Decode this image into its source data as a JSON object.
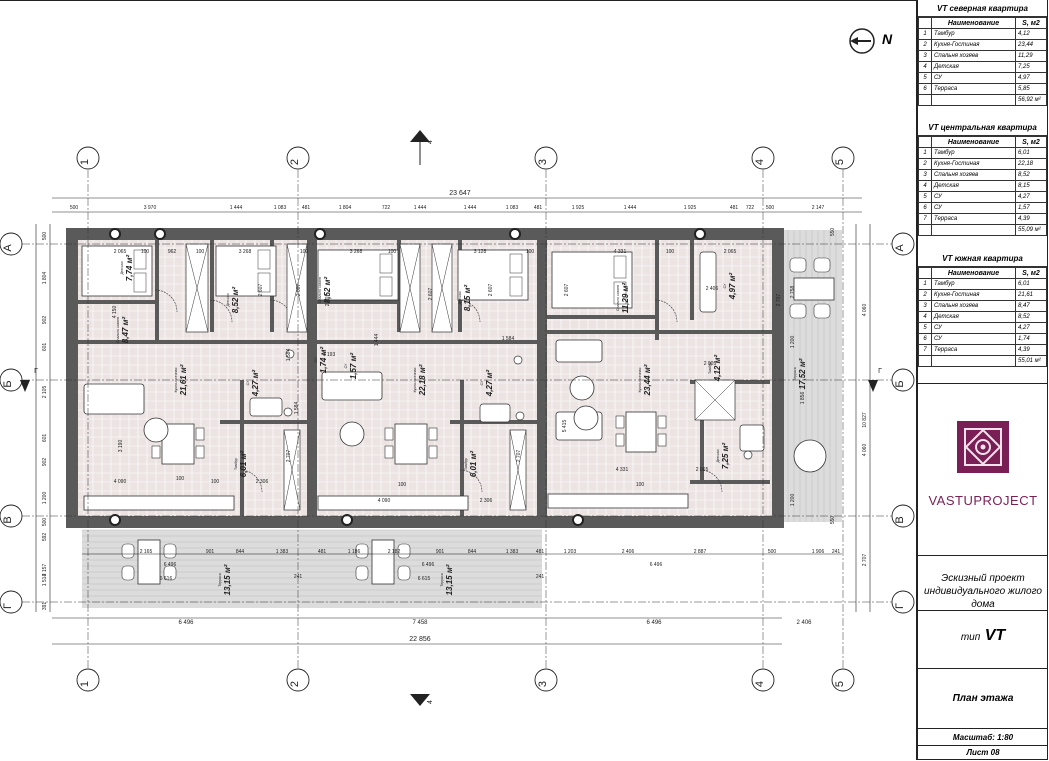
{
  "north_label": "N",
  "tables": [
    {
      "title": "VT северная квартира",
      "header": {
        "name": "Наименование",
        "area": "S, м2"
      },
      "rows": [
        {
          "n": "1",
          "name": "Тамбур",
          "area": "4,12"
        },
        {
          "n": "2",
          "name": "Кухня-Гостиная",
          "area": "23,44"
        },
        {
          "n": "3",
          "name": "Спальня хозяев",
          "area": "11,29"
        },
        {
          "n": "4",
          "name": "Детская",
          "area": "7,25"
        },
        {
          "n": "5",
          "name": "СУ",
          "area": "4,97"
        },
        {
          "n": "6",
          "name": "Терраса",
          "area": "5,85"
        }
      ],
      "total": "56,92 м²"
    },
    {
      "title": "VT центральная квартира",
      "header": {
        "name": "Наименование",
        "area": "S, м2"
      },
      "rows": [
        {
          "n": "1",
          "name": "Тамбур",
          "area": "6,01"
        },
        {
          "n": "2",
          "name": "Кухня-Гостиная",
          "area": "22,18"
        },
        {
          "n": "3",
          "name": "Спальня хозяев",
          "area": "8,52"
        },
        {
          "n": "4",
          "name": "Детская",
          "area": "8,15"
        },
        {
          "n": "5",
          "name": "СУ",
          "area": "4,27"
        },
        {
          "n": "6",
          "name": "СУ",
          "area": "1,57"
        },
        {
          "n": "7",
          "name": "Терраса",
          "area": "4,39"
        }
      ],
      "total": "55,09 м²"
    },
    {
      "title": "VT южная квартира",
      "header": {
        "name": "Наименование",
        "area": "S, м2"
      },
      "rows": [
        {
          "n": "1",
          "name": "Тамбур",
          "area": "6,01"
        },
        {
          "n": "2",
          "name": "Кухня-Гостиная",
          "area": "21,61"
        },
        {
          "n": "3",
          "name": "Спальня хозяев",
          "area": "8,47"
        },
        {
          "n": "4",
          "name": "Детская",
          "area": "8,52"
        },
        {
          "n": "5",
          "name": "СУ",
          "area": "4,27"
        },
        {
          "n": "6",
          "name": "СУ",
          "area": "1,74"
        },
        {
          "n": "7",
          "name": "Терраса",
          "area": "4,39"
        }
      ],
      "total": "55,01 м²"
    }
  ],
  "logo": {
    "part1": "VASTU",
    "part2": "PROJECT",
    "brand_color": "#7a1f55"
  },
  "project_title_line1": "Эскизный проект",
  "project_title_line2": "индивидуального жилого дома",
  "type_prefix": "тип",
  "type_code": "VT",
  "sheet_name": "План этажа",
  "scale": "Масштаб: 1:80",
  "sheet_number": "Лист 08",
  "axes": {
    "columns": [
      "1",
      "2",
      "3",
      "4",
      "5"
    ],
    "rows": [
      "А",
      "Б",
      "В",
      "Г"
    ],
    "section_marks": [
      "4",
      "4",
      "Г",
      "Г"
    ]
  },
  "dimensions": {
    "top_overall": "23 647",
    "top_chain": [
      "500",
      "3 970",
      "1 444",
      "1 083",
      "481",
      "1 804",
      "722",
      "1 444",
      "1 444",
      "1 083",
      "481",
      "1 925",
      "1 444",
      "1 925",
      "481",
      "722",
      "500",
      "2 147"
    ],
    "bottom_chain": [
      "6 496",
      "7 458",
      "6 496",
      "2 406"
    ],
    "bottom_overall": "22 856",
    "left_chain": [
      "500",
      "1 804",
      "902",
      "601",
      "2 105",
      "601",
      "902",
      "1 200",
      "500",
      "592",
      "2 157",
      "1 514",
      "391"
    ],
    "right_chain": [
      "4 060",
      "10 827",
      "4 060",
      "2 707"
    ],
    "right_small": [
      "550",
      "550"
    ],
    "terrace_row": [
      "2 165",
      "901",
      "844",
      "1 383",
      "481",
      "1 186",
      "2 182",
      "901",
      "844",
      "1 383",
      "481",
      "1 203",
      "2 406",
      "2 887",
      "500",
      "1 906",
      "241"
    ],
    "terrace_sub": [
      "6 496",
      "6 616",
      "6 496",
      "6 615",
      "241",
      "241",
      "6 496"
    ]
  },
  "rooms": [
    {
      "area": "7,74 м²",
      "label": "Детская"
    },
    {
      "area": "8,47 м²",
      "label": "Спальня хозяев"
    },
    {
      "area": "21,61 м²",
      "label": "Кухня-гостиная"
    },
    {
      "area": "4,27 м²",
      "label": "СУ"
    },
    {
      "area": "1,74 м²",
      "label": "СУ"
    },
    {
      "area": "6,01 м²",
      "label": "Тамбур"
    },
    {
      "area": "8,52 м²",
      "label": "Детская"
    },
    {
      "area": "8,52 м²",
      "label": "Спальня хозяев"
    },
    {
      "area": "8,15 м²",
      "label": "Детская"
    },
    {
      "area": "22,18 м²",
      "label": "Кухня-гостиная"
    },
    {
      "area": "1,57 м²",
      "label": "СУ"
    },
    {
      "area": "4,27 м²",
      "label": "СУ"
    },
    {
      "area": "6,01 м²",
      "label": "Тамбур"
    },
    {
      "area": "11,29 м²",
      "label": "Спальня хозяев"
    },
    {
      "area": "4,97 м²",
      "label": "СУ"
    },
    {
      "area": "23,44 м²",
      "label": "Кухня-гостиная"
    },
    {
      "area": "4,12 м²",
      "label": "Тамбур"
    },
    {
      "area": "7,25 м²",
      "label": "Детская"
    },
    {
      "area": "17,52 м²",
      "label": "Терраса"
    },
    {
      "area": "13,15 м²",
      "label": "Терраса"
    },
    {
      "area": "13,15 м²",
      "label": "Терраса"
    }
  ],
  "inner_dims": [
    "2 065",
    "100",
    "962",
    "100",
    "3 268",
    "100",
    "3 268",
    "100",
    "3 128",
    "100",
    "4 331",
    "100",
    "2 065",
    "2 607",
    "2 607",
    "2 607",
    "2 607",
    "2 607",
    "2 607",
    "4 150",
    "1 444",
    "1 584",
    "1 584",
    "1 193",
    "4 090",
    "100",
    "2 306",
    "4 090",
    "2 306",
    "4 331",
    "2 065",
    "2 406",
    "2 005",
    "2 707",
    "2 707",
    "2 707",
    "5 415",
    "3 190",
    "1 584",
    "2 758",
    "1 856",
    "1 200",
    "1 200",
    "100",
    "100",
    "100"
  ],
  "colors": {
    "floor": "#ece3e3",
    "wall": "#5a5a5a",
    "terrace": "#dcdcdc",
    "line": "#222222"
  }
}
